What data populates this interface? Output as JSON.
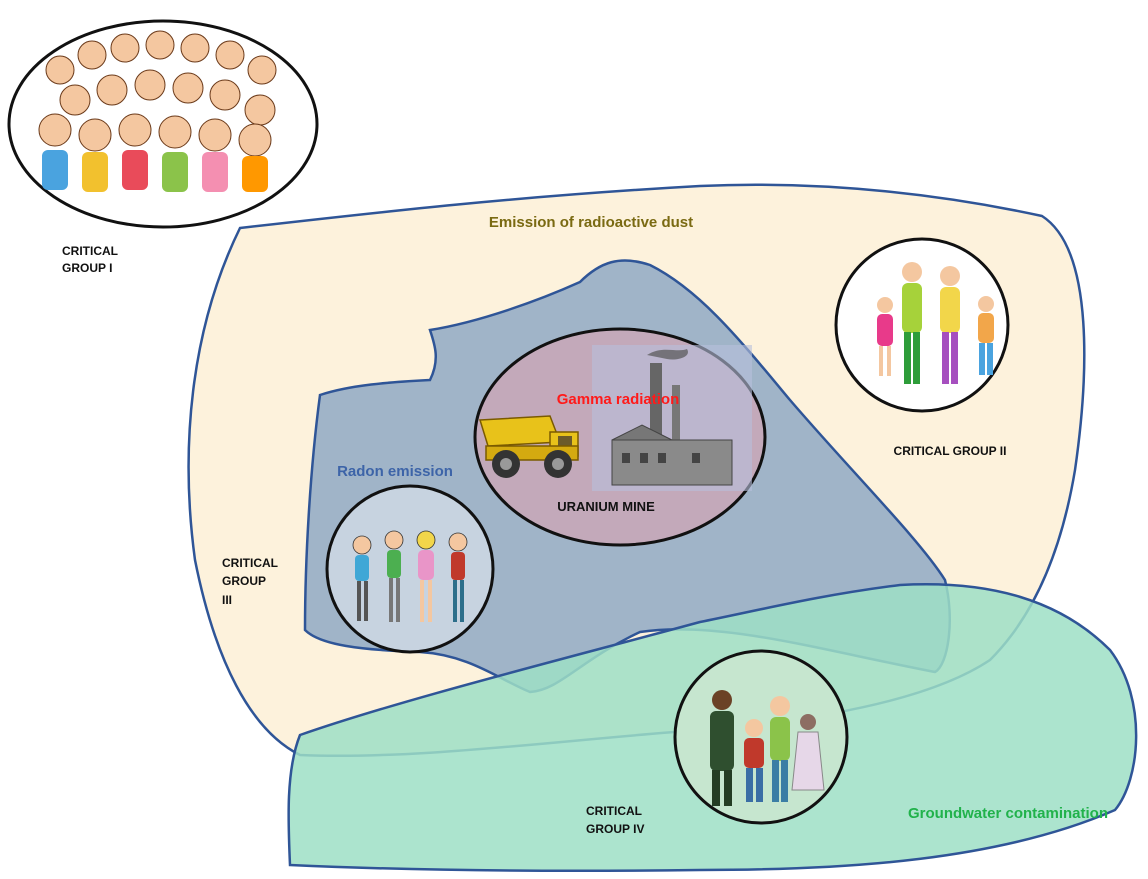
{
  "zones": {
    "dust": {
      "label": "Emission of radioactive dust",
      "color": "#7a6a12",
      "fill": "#fdf2dc"
    },
    "radon": {
      "label": "Radon emission",
      "color": "#3d64a8",
      "fill": "#8fa9c4"
    },
    "gamma": {
      "label": "Gamma radiation",
      "color": "#ff1a1a",
      "fill": "#c7a7b8"
    },
    "groundwater": {
      "label": "Groundwater contamination",
      "color": "#21b24b",
      "fill": "#a6e0c8"
    }
  },
  "mine": {
    "label": "URANIUM MINE",
    "icons": [
      "dump-truck-icon",
      "factory-icon"
    ]
  },
  "groups": {
    "g1": {
      "line1": "CRITICAL",
      "line2": "GROUP I",
      "icon": "children-crowd-icon"
    },
    "g2": {
      "line1": "CRITICAL GROUP II",
      "icon": "family-icon"
    },
    "g3": {
      "line1": "CRITICAL",
      "line2": "GROUP",
      "line3": "III",
      "icon": "teenagers-icon"
    },
    "g4": {
      "line1": "CRITICAL",
      "line2": "GROUP IV",
      "icon": "adults-group-icon"
    }
  },
  "outline_color": "#2f5597"
}
